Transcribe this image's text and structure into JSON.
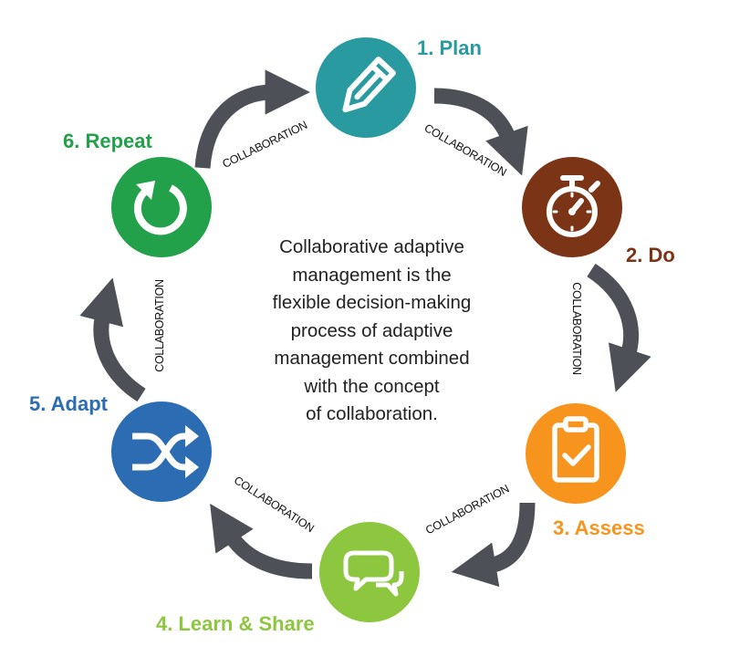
{
  "center": {
    "lines": [
      "Collaborative adaptive",
      "management is the",
      "flexible decision-making",
      "process of adaptive",
      "management combined",
      "with the concept",
      "of collaboration."
    ]
  },
  "steps": [
    {
      "label": "1. Plan",
      "color": "#2a9aa1",
      "icon": "pencil-icon"
    },
    {
      "label": "2. Do",
      "color": "#7b3416",
      "icon": "stopwatch-icon"
    },
    {
      "label": "3. Assess",
      "color": "#f7941d",
      "icon": "clipboard-check-icon"
    },
    {
      "label": "4. Learn & Share",
      "color": "#8dc63f",
      "icon": "chat-bubbles-icon"
    },
    {
      "label": "5. Adapt",
      "color": "#2b6cb3",
      "icon": "shuffle-icon"
    },
    {
      "label": "6. Repeat",
      "color": "#23a04a",
      "icon": "refresh-icon"
    }
  ],
  "connectors": {
    "label": "COLLABORATION",
    "arrow_color": "#4d5157"
  }
}
